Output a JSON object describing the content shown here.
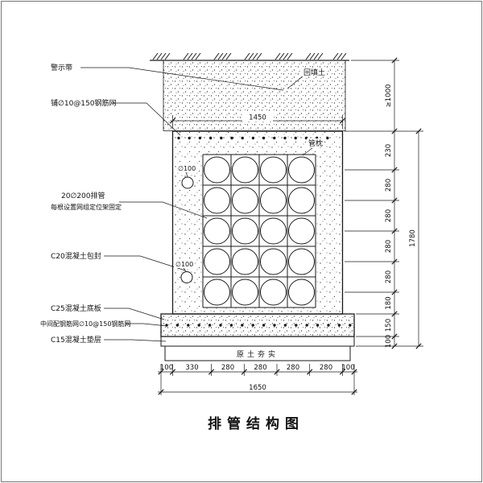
{
  "title": "排管结构图",
  "annotations": {
    "warning_tape": "警示带",
    "backfill_soil": "回填土",
    "top_mesh": "铺∅10@150钢筋网",
    "pipes_spec": "20∅200排管",
    "pipes_fixing": "每根设置网组定位架固定",
    "c20_encasement": "C20混凝土包封",
    "c25_base_slab": "C25混凝土底板",
    "middle_mesh": "中间配钢筋网∅10@150钢筋网",
    "c15_cushion": "C15混凝土垫层",
    "pipe_pillow": "管枕",
    "phi100_top": "∅100",
    "phi100_bottom": "∅100",
    "compacted_soil": "原土夯实"
  },
  "dimensions": {
    "top_width": "1450",
    "backfill_depth": "≥1000",
    "right_segments": [
      "230",
      "280",
      "280",
      "280",
      "280",
      "180",
      "150",
      "100"
    ],
    "right_total": "1780",
    "bottom_segments": [
      "100",
      "330",
      "280",
      "280",
      "280",
      "280",
      "100"
    ],
    "bottom_total": "1650"
  },
  "colors": {
    "ink": "#1a1a1a",
    "paper": "#ffffff"
  }
}
